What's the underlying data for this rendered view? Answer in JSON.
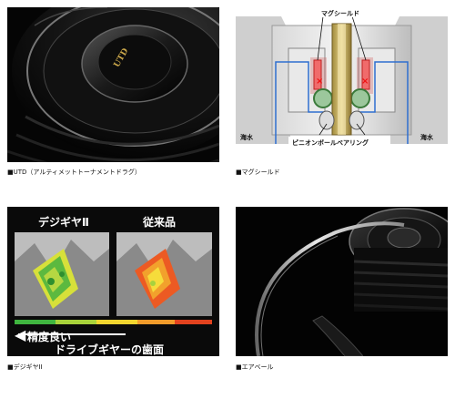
{
  "captions": {
    "utd": "■UTD（アルティメットトーナメントドラグ）",
    "mag": "■マグシールド",
    "digi": "■デジギヤII",
    "air": "■エアベール"
  },
  "utd_panel": {
    "logo_text": "UTD"
  },
  "mag_panel": {
    "top_label": "マグシールド",
    "left_label": "海水",
    "right_label": "海水",
    "bottom_label": "ピニオンボールベアリング"
  },
  "digi_panel": {
    "left_title": "デジギヤⅡ",
    "right_title": "従来品",
    "accuracy_label": "精度良い",
    "gear_label": "ドライブギヤーの歯面",
    "arrow": "◀",
    "scale_colors": [
      "#3fb53f",
      "#a8d23a",
      "#f2d52e",
      "#f29b2a",
      "#e2421e"
    ]
  },
  "air_panel": {}
}
